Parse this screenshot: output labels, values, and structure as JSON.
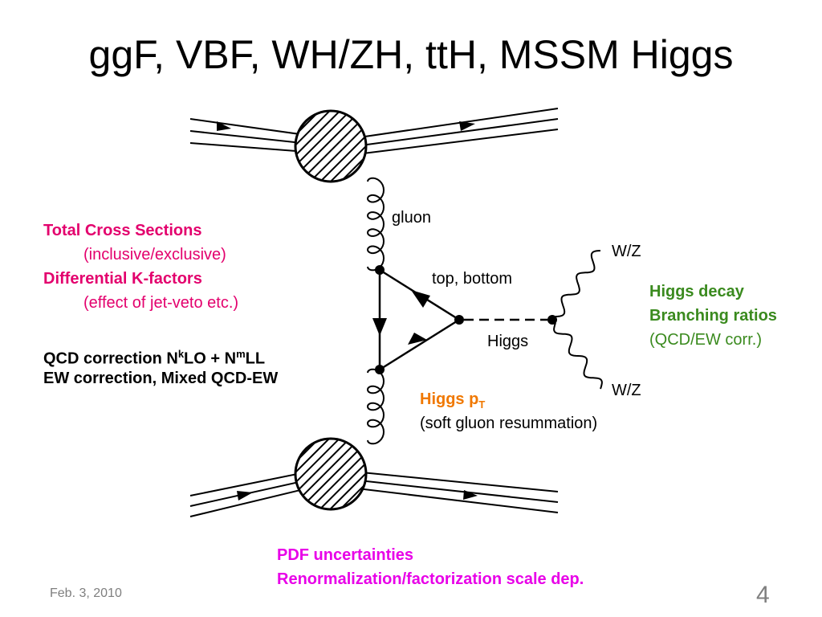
{
  "title": "ggF, VBF, WH/ZH, ttH, MSSM Higgs",
  "colors": {
    "red": "#e3006d",
    "green": "#3a8a1e",
    "orange": "#f07800",
    "magenta": "#e800e8",
    "footer": "#7f7f7f"
  },
  "diagram_labels": {
    "gluon": "gluon",
    "top_bottom": "top, bottom",
    "higgs": "Higgs",
    "wz_top": "W/Z",
    "wz_bottom": "W/Z"
  },
  "left_notes": {
    "total_cross_sections": "Total Cross Sections",
    "inclusive_exclusive": "(inclusive/exclusive)",
    "differential_kfactors": "Differential K-factors",
    "jet_veto": "(effect of jet-veto etc.)",
    "qcd_correction": {
      "prefix": "QCD correction N",
      "k": "k",
      "mid": "LO + N",
      "m": "m",
      "suffix": "LL"
    },
    "ew_correction": "EW correction, Mixed QCD-EW"
  },
  "right_notes": {
    "higgs_decay": "Higgs decay",
    "branching_ratios": "Branching ratios",
    "qcd_ew_corr": "(QCD/EW corr.)"
  },
  "pt_notes": {
    "higgs_p": "Higgs p",
    "sub_t": "T",
    "soft_gluon": "(soft gluon resummation)"
  },
  "bottom_notes": {
    "pdf": "PDF uncertainties",
    "scale": "Renormalization/factorization scale dep."
  },
  "footer": {
    "date": "Feb. 3, 2010",
    "page": "4"
  }
}
